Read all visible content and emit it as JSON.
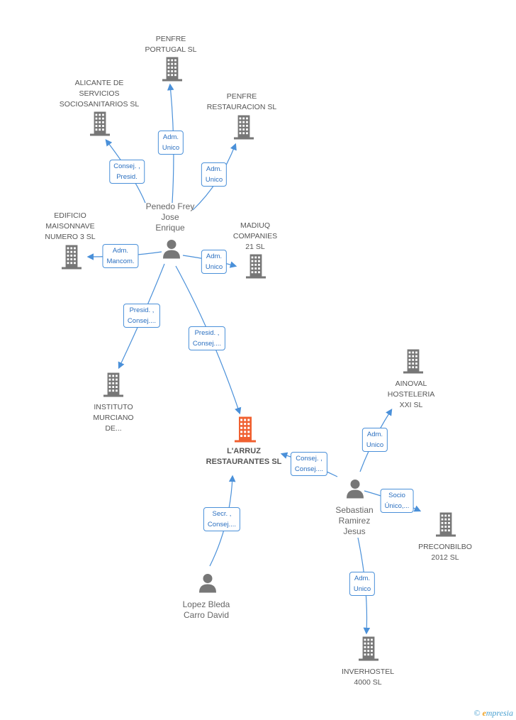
{
  "colors": {
    "edge": "#4a90d9",
    "building": "#777777",
    "focus": "#f06030",
    "person": "#777777"
  },
  "persons": {
    "penedo": "Penedo Frey\nJose\nEnrique",
    "sebastian": "Sebastian\nRamirez\nJesus",
    "lopez": "Lopez Bleda\nCarro David"
  },
  "companies": {
    "larruz": "L'ARRUZ\nRESTAURANTES SL",
    "penfre_portugal": "PENFRE\nPORTUGAL SL",
    "alicante": "ALICANTE DE\nSERVICIOS\nSOCIOSANITARIOS SL",
    "penfre_restauracion": "PENFRE\nRESTAURACION SL",
    "edificio": "EDIFICIO\nMAISONNAVE\nNUMERO 3 SL",
    "madiuq": "MADIUQ\nCOMPANIES\n21 SL",
    "instituto": "INSTITUTO\nMURCIANO\nDE...",
    "ainoval": "AINOVAL\nHOSTELERIA\nXXI SL",
    "preconbilbo": "PRECONBILBO\n2012 SL",
    "inverhostel": "INVERHOSTEL\n4000 SL"
  },
  "relations": {
    "alicante": "Consej. ,\nPresid.",
    "penfre_portugal": "Adm.\nUnico",
    "penfre_restauracion": "Adm.\nUnico",
    "edificio": "Adm.\nMancom.",
    "madiuq": "Adm.\nUnico",
    "instituto": "Presid. ,\nConsej....",
    "larruz_penedo": "Presid. ,\nConsej....",
    "larruz_sebastian": "Consej. ,\nConsej....",
    "ainoval": "Adm.\nUnico",
    "preconbilbo": "Socio\nÚnico,...",
    "inverhostel": "Adm.\nUnico",
    "larruz_lopez": "Secr. ,\nConsej...."
  },
  "footer": {
    "copyright": "©",
    "brand_e": "e",
    "brand_rest": "mpresia"
  }
}
